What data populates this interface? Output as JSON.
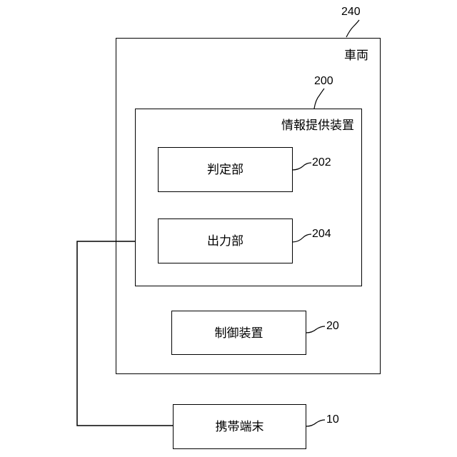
{
  "vehicle": {
    "label": "車両",
    "ref": "240"
  },
  "info_device": {
    "label": "情報提供装置",
    "ref": "200"
  },
  "judgment_unit": {
    "label": "判定部",
    "ref": "202"
  },
  "output_unit": {
    "label": "出力部",
    "ref": "204"
  },
  "control_device": {
    "label": "制御装置",
    "ref": "20"
  },
  "mobile_terminal": {
    "label": "携帯端末",
    "ref": "10"
  }
}
